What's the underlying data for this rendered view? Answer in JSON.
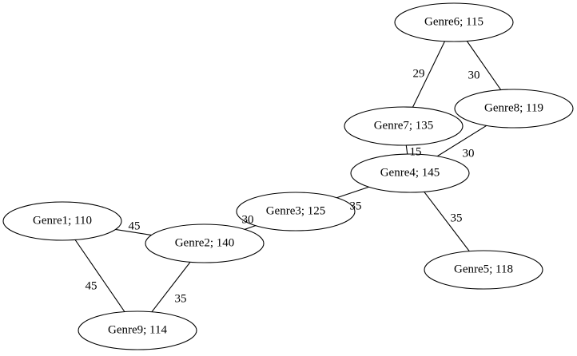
{
  "graph": {
    "nodes": [
      {
        "id": "genre1",
        "label": "Genre1; 110"
      },
      {
        "id": "genre2",
        "label": "Genre2; 140"
      },
      {
        "id": "genre3",
        "label": "Genre3; 125"
      },
      {
        "id": "genre4",
        "label": "Genre4; 145"
      },
      {
        "id": "genre5",
        "label": "Genre5; 118"
      },
      {
        "id": "genre6",
        "label": "Genre6; 115"
      },
      {
        "id": "genre7",
        "label": "Genre7; 135"
      },
      {
        "id": "genre8",
        "label": "Genre8; 119"
      },
      {
        "id": "genre9",
        "label": "Genre9; 114"
      }
    ],
    "edges": [
      {
        "from": "genre6",
        "to": "genre7",
        "weight": "29"
      },
      {
        "from": "genre6",
        "to": "genre8",
        "weight": "30"
      },
      {
        "from": "genre7",
        "to": "genre4",
        "weight": "15"
      },
      {
        "from": "genre8",
        "to": "genre4",
        "weight": "30"
      },
      {
        "from": "genre4",
        "to": "genre3",
        "weight": "35"
      },
      {
        "from": "genre4",
        "to": "genre5",
        "weight": "35"
      },
      {
        "from": "genre3",
        "to": "genre2",
        "weight": "30"
      },
      {
        "from": "genre1",
        "to": "genre2",
        "weight": "45"
      },
      {
        "from": "genre1",
        "to": "genre9",
        "weight": "45"
      },
      {
        "from": "genre2",
        "to": "genre9",
        "weight": "35"
      }
    ]
  }
}
